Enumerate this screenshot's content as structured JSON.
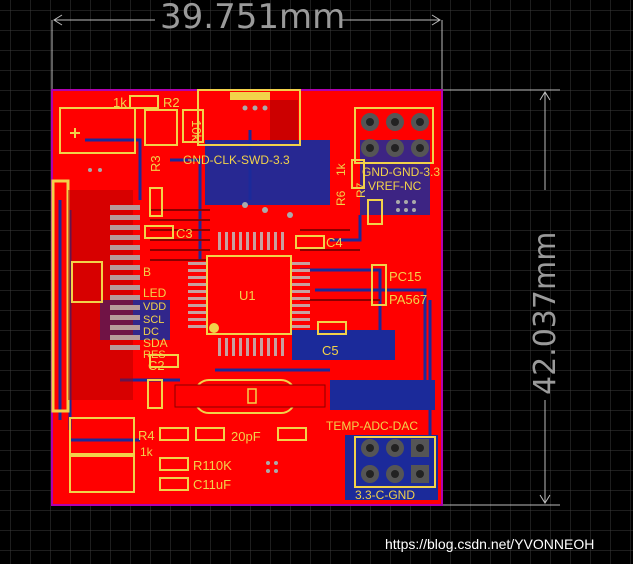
{
  "board": {
    "dimensions": {
      "width": "39.751mm",
      "height": "42.037mm"
    },
    "labels": {
      "r1": "1k",
      "r2": "R2",
      "r3": "R3",
      "r10k": "10k",
      "swd_header": "GND-CLK-SWD-3.3",
      "r6": "R6",
      "r6_val": "1k",
      "r7": "R7",
      "gnd_3v3": "GND-GND-3.3",
      "vref_nc": "VREF-NC",
      "c3": "C3",
      "c4": "C4",
      "c5": "C5",
      "c2": "C2",
      "u1": "U1",
      "pc15": "PC15",
      "pa567": "PA567",
      "b": "B",
      "led": "LED",
      "vdd": "VDD",
      "scl": "SCL",
      "sda": "SDA",
      "res": "RES",
      "dc": "DC",
      "r4": "R4",
      "r4_val": "1k",
      "pf20": "20pF",
      "r1_10k": "R110K",
      "c1": "C11uF",
      "temp_adc_dac": "TEMP-ADC-DAC",
      "gnd_c_33": "3.3-C-GND"
    }
  },
  "watermark": "https://blog.csdn.net/YVONNEOH",
  "colors": {
    "background": "#000000",
    "copper_top": "#ff0000",
    "copper_bottom": "#1b2a9a",
    "silkscreen": "#f2d24a",
    "grid": "#3a3a3a"
  }
}
